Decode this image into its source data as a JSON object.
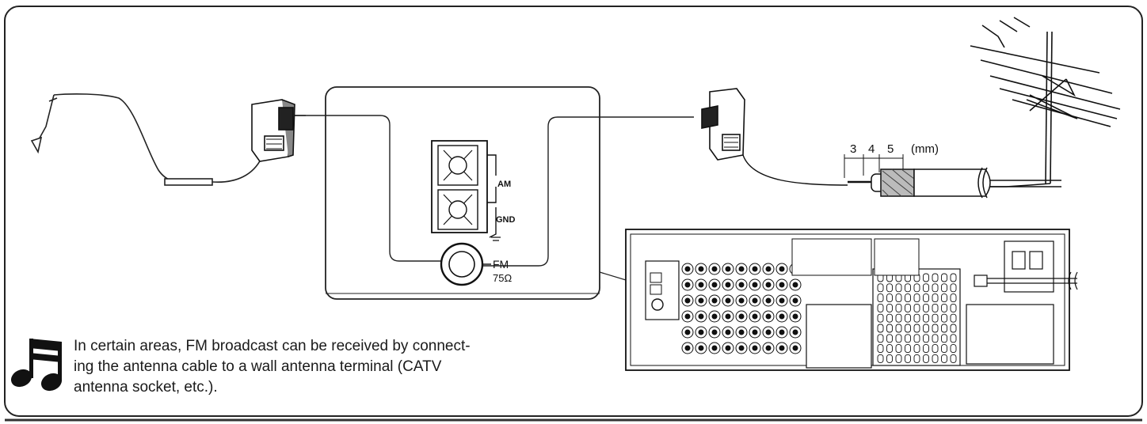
{
  "diagram": {
    "terminal_labels": {
      "am": "AM",
      "gnd": "GND",
      "fm": "FM",
      "fm_impedance": "75Ω"
    },
    "coax_dimensions": {
      "seg1": "3",
      "seg2": "4",
      "seg3": "5",
      "unit": "(mm)"
    }
  },
  "note": {
    "icon": "music-note-icon",
    "lines": [
      "In certain areas, FM broadcast can be received by connect-",
      "ing the antenna cable to a wall antenna terminal (CATV",
      "antenna socket, etc.)."
    ]
  }
}
